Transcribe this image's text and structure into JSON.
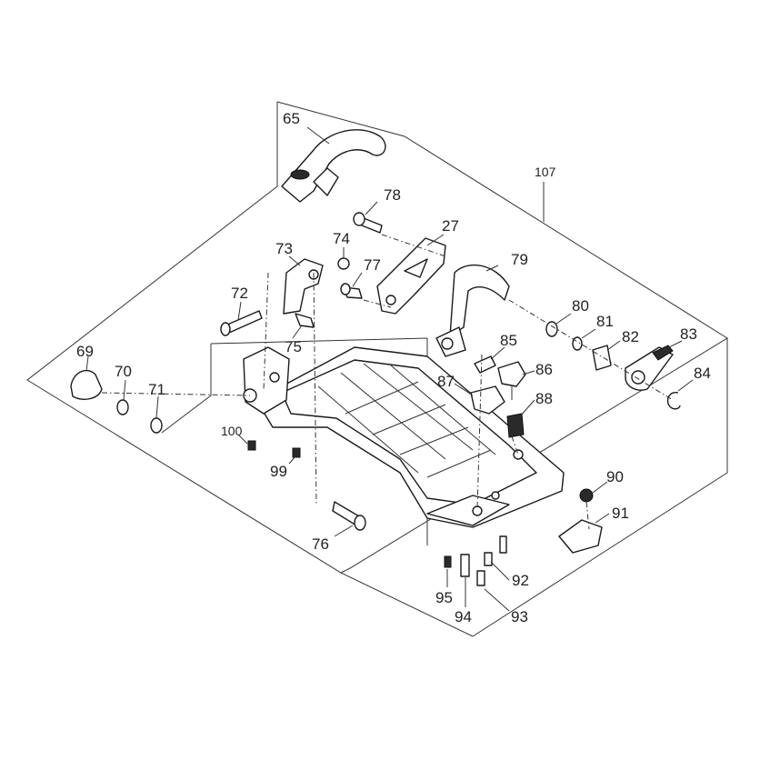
{
  "diagram": {
    "labels": {
      "p27": "27",
      "p65": "65",
      "p69": "69",
      "p70": "70",
      "p71": "71",
      "p72": "72",
      "p73": "73",
      "p74": "74",
      "p75": "75",
      "p76": "76",
      "p77": "77",
      "p78": "78",
      "p79": "79",
      "p80": "80",
      "p81": "81",
      "p82": "82",
      "p83": "83",
      "p84": "84",
      "p85": "85",
      "p86": "86",
      "p87": "87",
      "p88": "88",
      "p90": "90",
      "p91": "91",
      "p92": "92",
      "p93": "93",
      "p94": "94",
      "p95": "95",
      "p99": "99",
      "p100": "100",
      "p107": "107"
    }
  }
}
